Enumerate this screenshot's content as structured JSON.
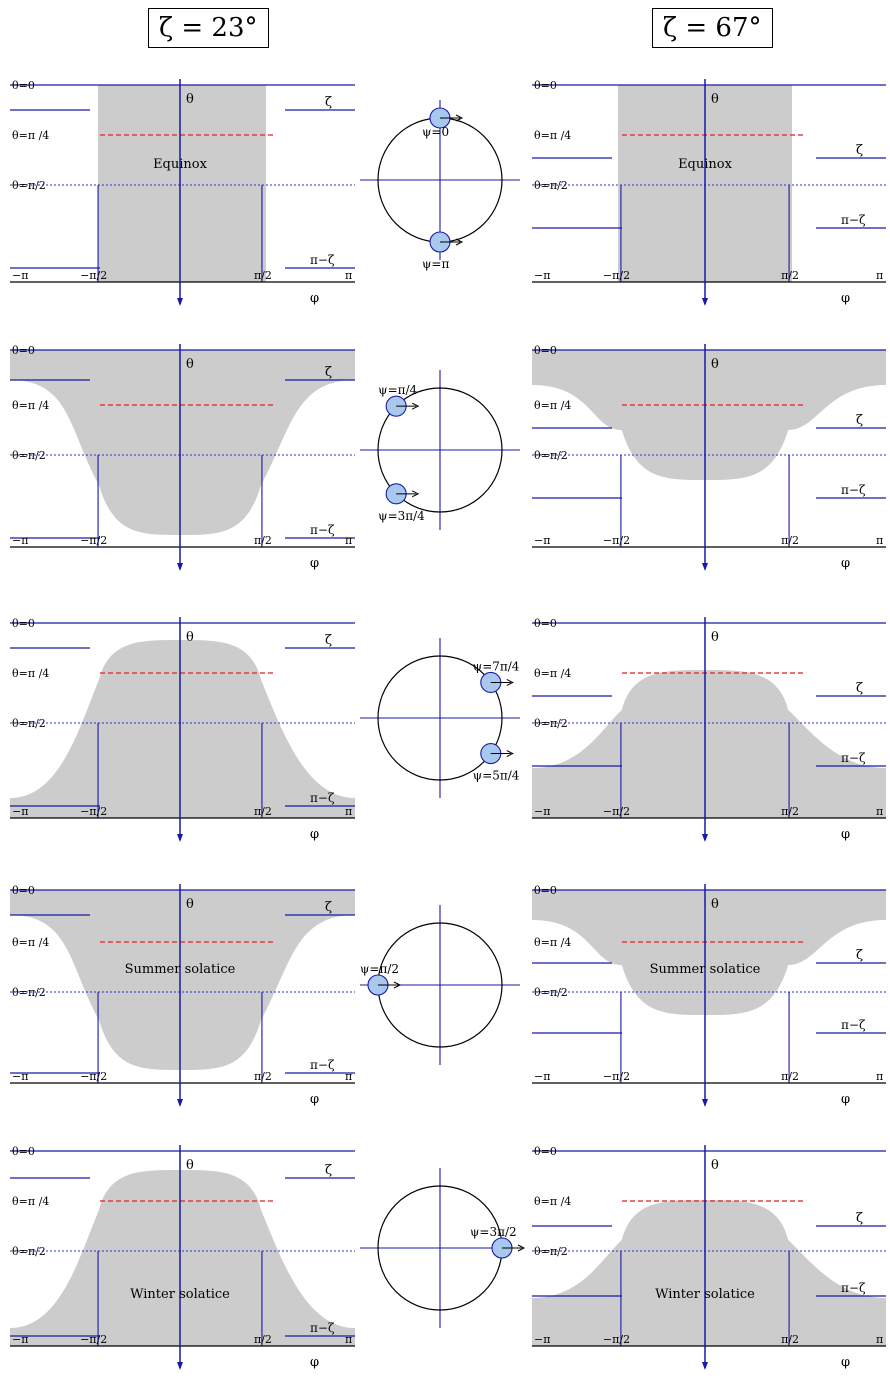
{
  "headers": {
    "left": "ζ = 23°",
    "right": "ζ = 67°"
  },
  "colors": {
    "fill": "#cccccc",
    "axis": "#1a1aa6",
    "red_dash": "#dd2222",
    "blue_dot": "#2233cc",
    "marker_fill": "#a9c8ee",
    "text": "#000000"
  },
  "labels": {
    "theta_axis": "θ",
    "phi_axis": "φ",
    "row_labels": [
      "θ=0",
      "θ=π /4",
      "θ=π/2"
    ],
    "right_labels": [
      "ζ",
      "π−ζ"
    ],
    "phi_ticks": [
      "−π",
      "−π/2",
      "π/2",
      "π"
    ]
  },
  "rows": [
    {
      "left": {
        "shape": "band",
        "caption": "Equinox"
      },
      "right": {
        "shape": "band",
        "caption": "Equinox"
      },
      "orbit": {
        "markers": [
          {
            "label": "ψ=0",
            "angle_deg": 90
          },
          {
            "label": "ψ=π",
            "angle_deg": -90
          }
        ]
      }
    },
    {
      "left": {
        "shape": "well",
        "caption": ""
      },
      "right": {
        "shape": "well",
        "caption": ""
      },
      "orbit": {
        "markers": [
          {
            "label": "ψ=π/4",
            "angle_deg": 135
          },
          {
            "label": "ψ=3π/4",
            "angle_deg": -135
          }
        ]
      }
    },
    {
      "left": {
        "shape": "hill",
        "caption": ""
      },
      "right": {
        "shape": "hill",
        "caption": ""
      },
      "orbit": {
        "markers": [
          {
            "label": "ψ=7π/4",
            "angle_deg": 35
          },
          {
            "label": "ψ=5π/4",
            "angle_deg": -35
          }
        ]
      }
    },
    {
      "left": {
        "shape": "well",
        "caption": "Summer solatice"
      },
      "right": {
        "shape": "well",
        "caption": "Summer solatice"
      },
      "orbit": {
        "markers": [
          {
            "label": "ψ=π/2",
            "angle_deg": 180
          }
        ]
      }
    },
    {
      "left": {
        "shape": "hill",
        "caption": "Winter solatice"
      },
      "right": {
        "shape": "hill",
        "caption": "Winter solatice"
      },
      "orbit": {
        "markers": [
          {
            "label": "ψ=3π/2",
            "angle_deg": 0
          }
        ]
      }
    }
  ]
}
